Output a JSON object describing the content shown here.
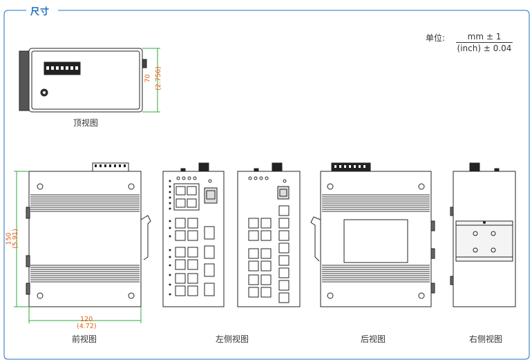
{
  "section_title": "尺寸",
  "unit": {
    "label": "单位:",
    "numerator": "mm ± 1",
    "denominator": "(inch) ± 0.04"
  },
  "views": {
    "top": "顶视图",
    "front": "前视图",
    "left": "左侧视图",
    "back": "后视图",
    "right": "右侧视图"
  },
  "dimensions": {
    "top_height_mm": "70",
    "top_height_in": "(2.756)",
    "front_height_mm": "150",
    "front_height_in": "(5.91)",
    "front_width_mm": "120",
    "front_width_in": "(4.72)"
  },
  "colors": {
    "frame": "#1a6fc4",
    "dimension_line": "#2eaa3a",
    "dimension_text": "#e85c15",
    "device_stroke": "#222222"
  }
}
